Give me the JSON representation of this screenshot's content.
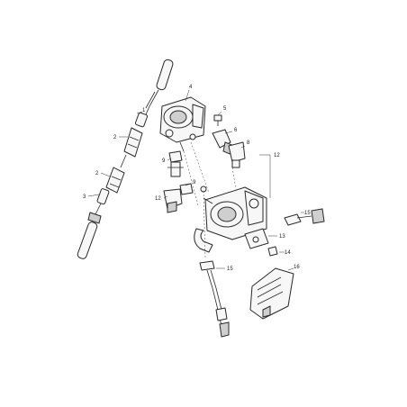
{
  "callouts": {
    "c1": "1",
    "c2": "2",
    "c3": "3",
    "c4": "4",
    "c5": "5",
    "c6": "6",
    "c8": "8",
    "c9": "9",
    "c12a": "12",
    "c12b": "12",
    "c13": "13",
    "c14": "14",
    "c15": "15",
    "c16": "16"
  }
}
